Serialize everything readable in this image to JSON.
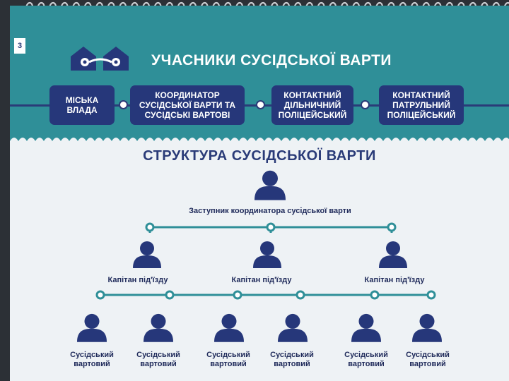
{
  "page_number": "3",
  "header": {
    "title": "УЧАСНИКИ СУСІДСЬКОЇ ВАРТИ"
  },
  "participants": [
    {
      "label": "МІСЬКА ВЛАДА"
    },
    {
      "label": "КООРДИНАТОР СУСІДСЬКОЇ ВАРТИ ТА СУСІДСЬКІ ВАРТОВІ"
    },
    {
      "label": "КОНТАКТНИЙ ДІЛЬНИЧНИЙ ПОЛІЦЕЙСЬКИЙ"
    },
    {
      "label": "КОНТАКТНИЙ ПАТРУЛЬНИЙ ПОЛІЦЕЙСЬКИЙ"
    }
  ],
  "structure": {
    "title": "СТРУКТУРА СУСІДСЬКОЇ ВАРТИ",
    "top": {
      "label": "Заступник координатора сусідської варти"
    },
    "captains": [
      {
        "label": "Капітан під'їзду"
      },
      {
        "label": "Капітан під'їзду"
      },
      {
        "label": "Капітан під'їзду"
      }
    ],
    "guards": [
      {
        "label": "Сусідський вартовий"
      },
      {
        "label": "Сусідський вартовий"
      },
      {
        "label": "Сусідський вартовий"
      },
      {
        "label": "Сусідський вартовий"
      },
      {
        "label": "Сусідський вартовий"
      },
      {
        "label": "Сусідський вартовий"
      }
    ]
  },
  "colors": {
    "teal": "#2f8f98",
    "navy": "#26377a",
    "panel": "#eef2f5",
    "ring": "#c9ccd1"
  }
}
